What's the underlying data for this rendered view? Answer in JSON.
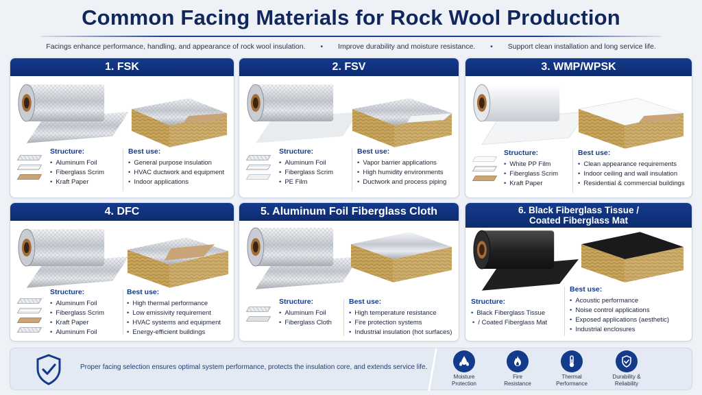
{
  "title": "Common Facing Materials for Rock Wool Production",
  "subtitle": [
    "Facings enhance performance, handling, and appearance of rock wool insulation.",
    "Improve durability and moisture resistance.",
    "Support clean installation and long service life."
  ],
  "labels": {
    "structure": "Structure:",
    "best_use": "Best use:"
  },
  "cards": [
    {
      "title": "1. FSK",
      "structure": [
        "Aluminum Foil",
        "Fiberglass Scrim",
        "Kraft Paper"
      ],
      "best_use": [
        "General purpose insulation",
        "HVAC ductwork and equipment",
        "Indoor applications"
      ]
    },
    {
      "title": "2. FSV",
      "structure": [
        "Aluminum Foil",
        "Fiberglass Scrim",
        "PE Film"
      ],
      "best_use": [
        "Vapor barrier applications",
        "High humidity environments",
        "Ductwork and process piping"
      ]
    },
    {
      "title": "3. WMP/WPSK",
      "structure": [
        "White PP Film",
        "Fiberglass Scrim",
        "Kraft Paper"
      ],
      "best_use": [
        "Clean appearance requirements",
        "Indoor ceiling and wall insulation",
        "Residential & commercial buildings"
      ]
    },
    {
      "title": "4. DFC",
      "structure": [
        "Aluminum Foil",
        "Fiberglass Scrim",
        "Kraft Paper",
        "Aluminum Foil"
      ],
      "best_use": [
        "High thermal performance",
        "Low emissivity requirement",
        "HVAC systems and equipment",
        "Energy-efficient buildings"
      ]
    },
    {
      "title": "5. Aluminum Foil Fiberglass Cloth",
      "structure": [
        "Aluminum Foil",
        "Fiberglass Cloth"
      ],
      "best_use": [
        "High temperature resistance",
        "Fire protection systems",
        "Industrial insulation (hot surfaces)"
      ]
    },
    {
      "title_line1": "6. Black Fiberglass Tissue /",
      "title_line2": "Coated Fiberglass Mat",
      "structure": [
        "Black Fiberglass Tissue",
        "/ Coated Fiberglass Mat"
      ],
      "best_use": [
        "Acoustic performance",
        "Noise control applications",
        "Exposed applications (aesthetic)",
        "Industrial enclosures"
      ]
    }
  ],
  "footer": {
    "message": "Proper facing selection ensures optimal system performance, protects the insulation core, and extends service life.",
    "features": [
      {
        "line1": "Moisture",
        "line2": "Protection",
        "icon": "droplets-icon"
      },
      {
        "line1": "Fire",
        "line2": "Resistance",
        "icon": "flame-icon"
      },
      {
        "line1": "Thermal",
        "line2": "Performance",
        "icon": "thermometer-icon"
      },
      {
        "line1": "Durability &",
        "line2": "Reliability",
        "icon": "shield-check-icon"
      }
    ]
  },
  "colors": {
    "brand": "#143a8c",
    "background": "#eef2f7"
  }
}
